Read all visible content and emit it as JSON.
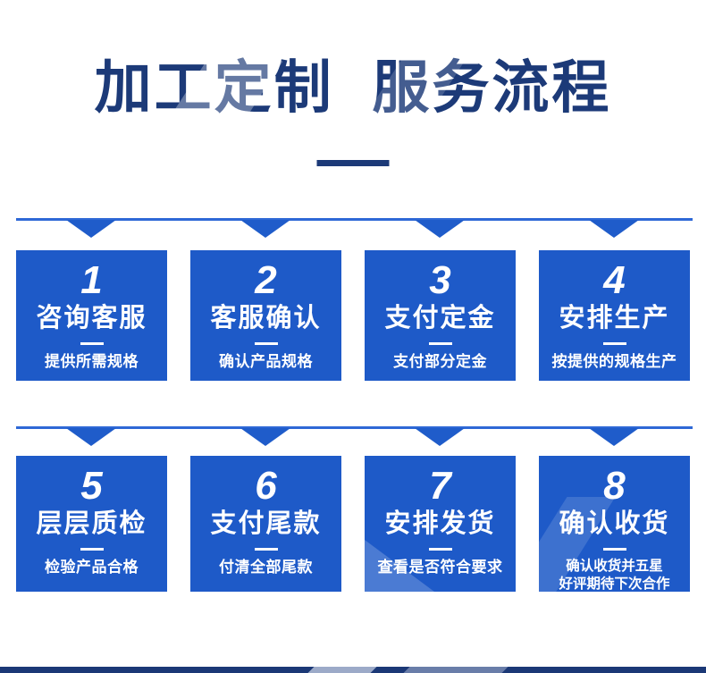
{
  "header": {
    "title": "加工定制 服务流程"
  },
  "theme": {
    "accent_blue": "#1e5ac8",
    "line_blue": "#2e68d6",
    "navy": "#1c3a78",
    "text_white": "#ffffff"
  },
  "rows": [
    {
      "steps": [
        {
          "number": "1",
          "title": "咨询客服",
          "desc": "提供所需规格"
        },
        {
          "number": "2",
          "title": "客服确认",
          "desc": "确认产品规格"
        },
        {
          "number": "3",
          "title": "支付定金",
          "desc": "支付部分定金"
        },
        {
          "number": "4",
          "title": "安排生产",
          "desc": "按提供的规格生产"
        }
      ]
    },
    {
      "steps": [
        {
          "number": "5",
          "title": "层层质检",
          "desc": "检验产品合格"
        },
        {
          "number": "6",
          "title": "支付尾款",
          "desc": "付清全部尾款"
        },
        {
          "number": "7",
          "title": "安排发货",
          "desc": "查看是否符合要求"
        },
        {
          "number": "8",
          "title": "确认收货",
          "desc": "确认收货并五星\n好评期待下次合作"
        }
      ]
    }
  ]
}
